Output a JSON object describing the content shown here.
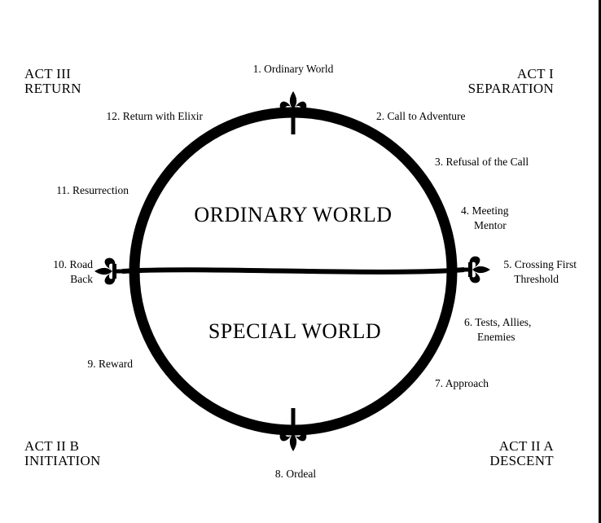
{
  "acts": {
    "act3": {
      "line1": "ACT III",
      "line2": "RETURN"
    },
    "act1": {
      "line1": "ACT I",
      "line2": "SEPARATION"
    },
    "act2b": {
      "line1": "ACT II B",
      "line2": "INITIATION"
    },
    "act2a": {
      "line1": "ACT II A",
      "line2": "DESCENT"
    }
  },
  "worlds": {
    "ordinary": "ORDINARY WORLD",
    "special": "SPECIAL WORLD"
  },
  "stages": {
    "s1": "1. Ordinary World",
    "s2": "2. Call to Adventure",
    "s3": "3. Refusal of the Call",
    "s4_l1": "4. Meeting",
    "s4_l2": "Mentor",
    "s5_l1": "5. Crossing First",
    "s5_l2": "Threshold",
    "s6_l1": "6. Tests, Allies,",
    "s6_l2": "Enemies",
    "s7": "7. Approach",
    "s8": "8. Ordeal",
    "s9": "9. Reward",
    "s10_l1": "10. Road",
    "s10_l2": "Back",
    "s11": "11. Resurrection",
    "s12": "12. Return with Elixir"
  },
  "colors": {
    "ink": "#000000",
    "background": "#ffffff"
  }
}
